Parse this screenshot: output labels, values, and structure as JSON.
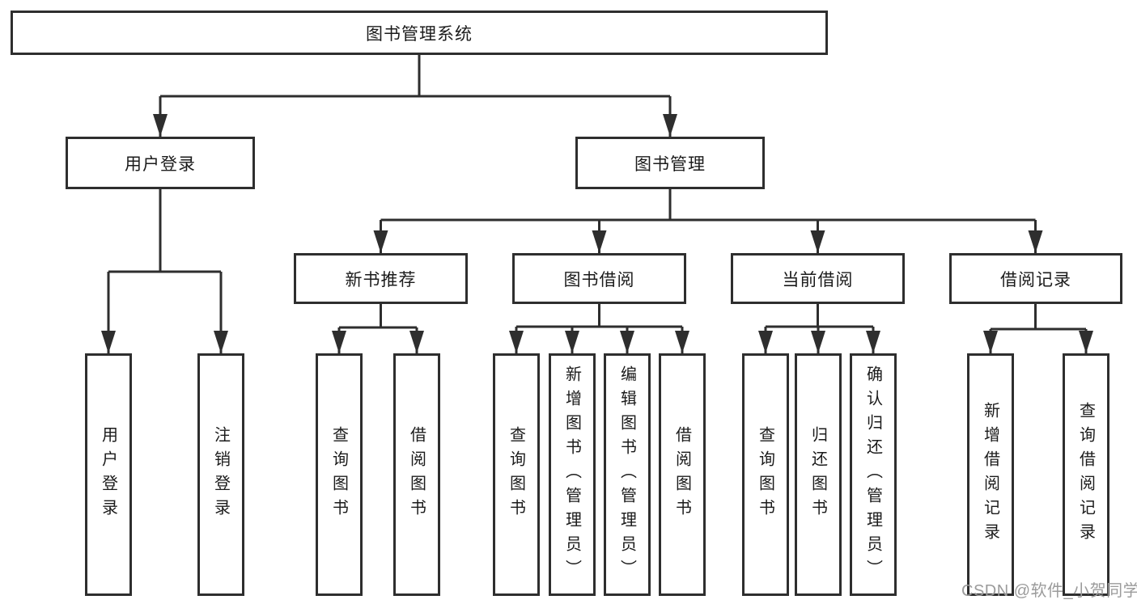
{
  "diagram_type": "hierarchy-tree",
  "colors": {
    "line": "#2e2e2e",
    "box_border": "#2e2e2e",
    "box_fill": "#ffffff",
    "text": "#1b1b1b",
    "watermark": "#9b9b9b"
  },
  "tree": {
    "label": "图书管理系统",
    "children": [
      {
        "label": "用户登录",
        "children": [
          {
            "label": "用户登录"
          },
          {
            "label": "注销登录"
          }
        ]
      },
      {
        "label": "图书管理",
        "children": [
          {
            "label": "新书推荐",
            "children": [
              {
                "label": "查询图书"
              },
              {
                "label": "借阅图书"
              }
            ]
          },
          {
            "label": "图书借阅",
            "children": [
              {
                "label": "查询图书"
              },
              {
                "label": "新增图书（管理员）"
              },
              {
                "label": "编辑图书（管理员）"
              },
              {
                "label": "借阅图书"
              }
            ]
          },
          {
            "label": "当前借阅",
            "children": [
              {
                "label": "查询图书"
              },
              {
                "label": "归还图书"
              },
              {
                "label": "确认归还（管理员）"
              }
            ]
          },
          {
            "label": "借阅记录",
            "children": [
              {
                "label": "新增借阅记录"
              },
              {
                "label": "查询借阅记录"
              }
            ]
          }
        ]
      }
    ]
  },
  "watermark": {
    "text": "CSDN @软件_小贺同学"
  }
}
